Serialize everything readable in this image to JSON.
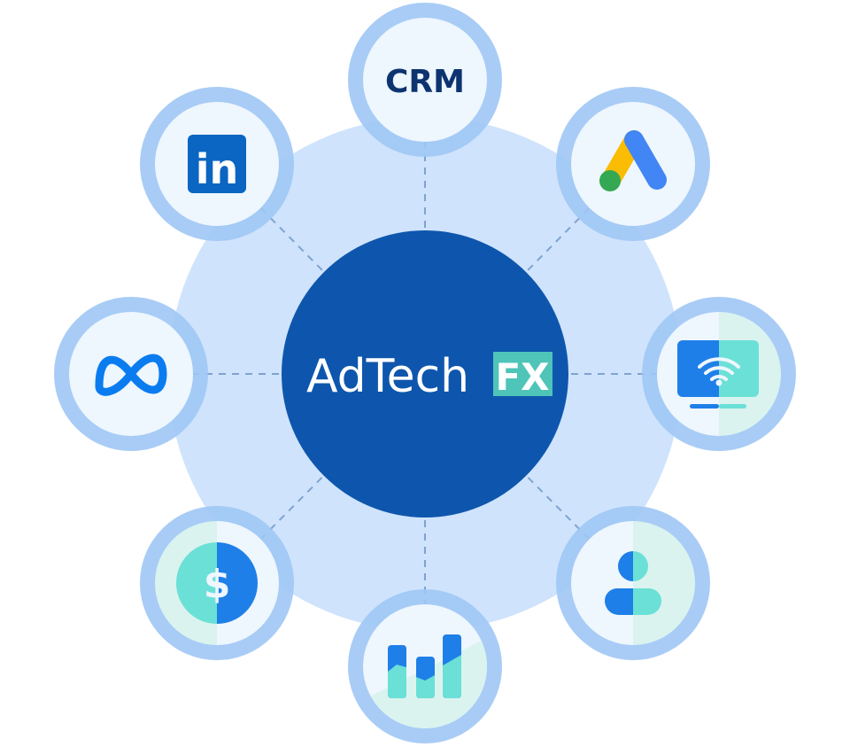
{
  "center": {
    "brand": "AdTech",
    "badge": "FX"
  },
  "nodes": [
    {
      "id": "crm",
      "label": "CRM",
      "icon": "crm-text"
    },
    {
      "id": "linkedin",
      "label": "in",
      "icon": "linkedin-icon"
    },
    {
      "id": "google-ads",
      "icon": "google-ads-icon"
    },
    {
      "id": "meta",
      "icon": "meta-icon"
    },
    {
      "id": "connected-tv",
      "icon": "tv-wifi-icon"
    },
    {
      "id": "payments",
      "label": "$",
      "icon": "dollar-icon"
    },
    {
      "id": "audience",
      "icon": "person-icon"
    },
    {
      "id": "analytics",
      "icon": "bar-chart-icon"
    }
  ],
  "colors": {
    "hub": "#0e56ad",
    "halo": "#cfe3fc",
    "ring": "#a6cbf6",
    "node_fill": "#eef6fe",
    "teal": "#6be0d6",
    "blue": "#1f7fe8",
    "fx_badge": "#4fc4b8"
  }
}
